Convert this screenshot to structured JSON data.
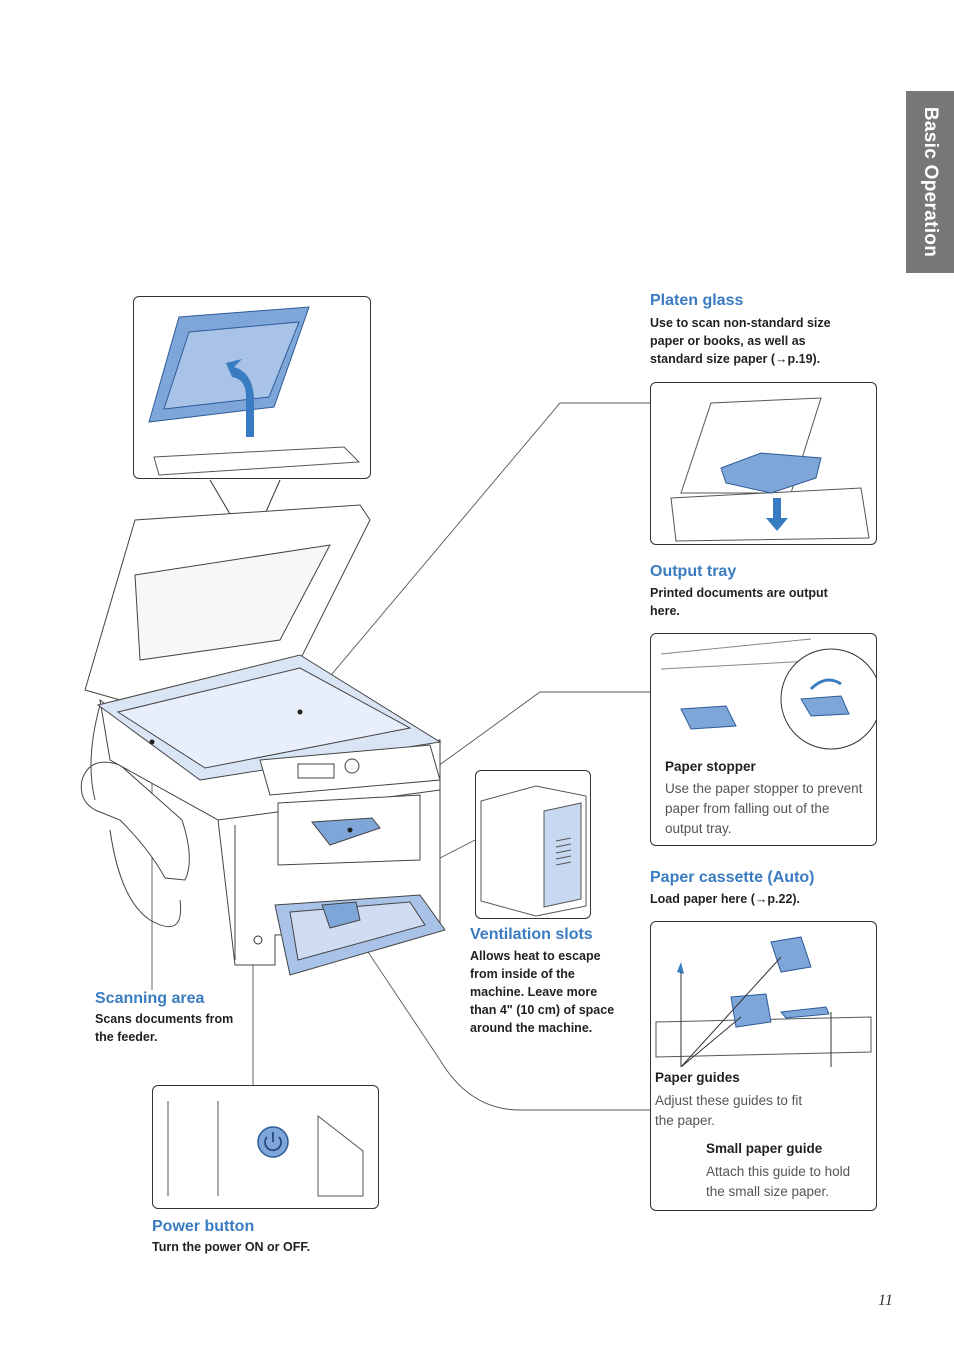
{
  "side_tab": {
    "label": "Basic Operation"
  },
  "platen_glass": {
    "title": "Platen glass",
    "desc": "Use to scan non-standard size paper or books, as well as standard size paper (→p.19)."
  },
  "output_tray": {
    "title": "Output tray",
    "desc": "Printed documents are output here.",
    "sub_title": "Paper stopper",
    "sub_desc": "Use the paper stopper to prevent paper from falling out of the output tray."
  },
  "paper_cassette": {
    "title": "Paper cassette (Auto)",
    "desc": "Load paper here (→p.22).",
    "guides_title": "Paper guides",
    "guides_desc": "Adjust these guides to fit the paper.",
    "small_title": "Small paper guide",
    "small_desc": "Attach this guide to hold the small size paper."
  },
  "ventilation": {
    "title": "Ventilation slots",
    "desc": "Allows heat to escape from inside of the machine. Leave more than 4\" (10 cm) of space around the machine."
  },
  "scanning_area": {
    "title": "Scanning area",
    "desc": "Scans documents from the feeder."
  },
  "power_button": {
    "title": "Power button",
    "desc": "Turn the power ON or OFF."
  },
  "page_number": "11",
  "colors": {
    "accent_blue": "#3a7cc1",
    "part_blue": "#7ea6d9",
    "tab_gray": "#777777"
  }
}
